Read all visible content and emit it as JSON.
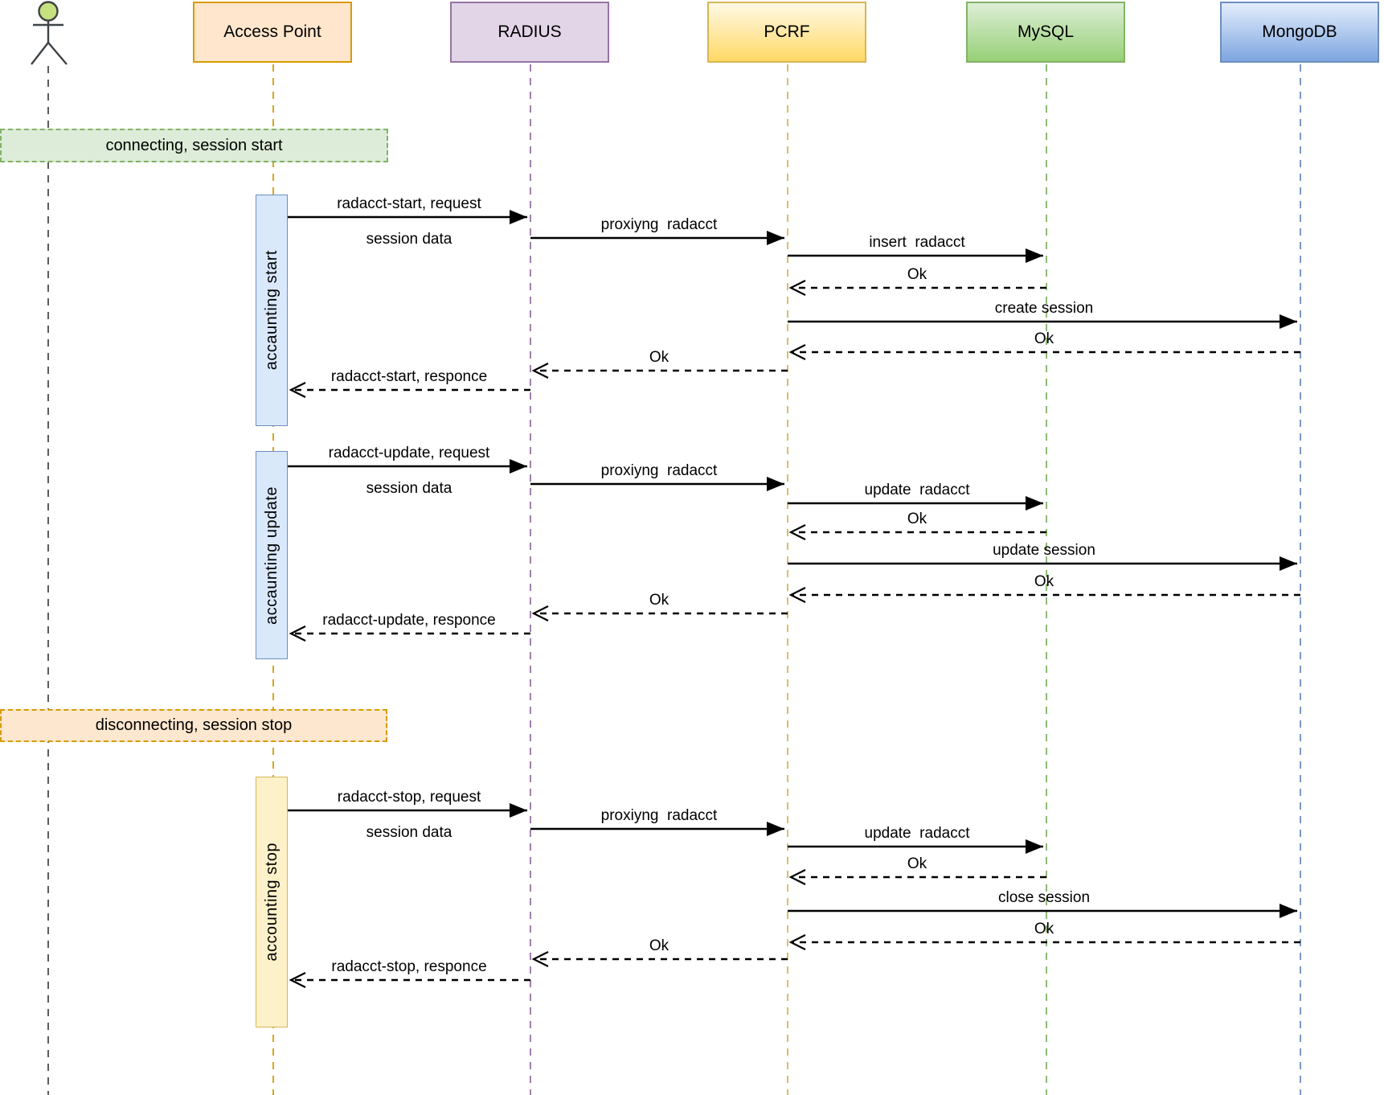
{
  "diagram": {
    "participants": [
      {
        "id": "user",
        "type": "actor",
        "label": "",
        "head_color": "#c6e17d"
      },
      {
        "id": "access-point",
        "label": "Access Point",
        "fill": "#ffe6cc",
        "stroke": "#d79b00"
      },
      {
        "id": "radius",
        "label": "RADIUS",
        "fill": "#e1d5e7",
        "stroke": "#9673a6"
      },
      {
        "id": "pcrf",
        "label": "PCRF",
        "fill": "#fff2cc",
        "fill_bottom": "#ffd966",
        "stroke": "#d6b656"
      },
      {
        "id": "mysql",
        "label": "MySQL",
        "fill": "#d5e8d4",
        "fill_bottom": "#97d077",
        "stroke": "#82b366"
      },
      {
        "id": "mongodb",
        "label": "MongoDB",
        "fill": "#dae8fc",
        "fill_bottom": "#7ea6e0",
        "stroke": "#6c8ebf"
      }
    ],
    "frames": [
      {
        "label": "connecting, session start",
        "fill": "#dcecd8",
        "stroke": "#82b366"
      },
      {
        "label": "disconnecting, session stop",
        "fill": "#fde7cf",
        "stroke": "#d79b00"
      }
    ],
    "activations": [
      {
        "label": "accaunting start",
        "fill": "#dae8fc",
        "stroke": "#6c8ebf"
      },
      {
        "label": "accaunting update",
        "fill": "#dae8fc",
        "stroke": "#6c8ebf"
      },
      {
        "label": "accounting stop",
        "fill": "#fff2cc",
        "stroke": "#d6b656"
      }
    ],
    "blocks": [
      {
        "name": "accounting start",
        "messages": [
          {
            "label": "radacct-start, request",
            "sublabel": "session data",
            "from": "access-point",
            "to": "radius",
            "line": "solid"
          },
          {
            "label": "proxiyng  radacct",
            "from": "radius",
            "to": "pcrf",
            "line": "solid"
          },
          {
            "label": "insert  radacct",
            "from": "pcrf",
            "to": "mysql",
            "line": "solid"
          },
          {
            "label": "Ok",
            "from": "mysql",
            "to": "pcrf",
            "line": "dashed"
          },
          {
            "label": "create session",
            "from": "pcrf",
            "to": "mongodb",
            "line": "solid"
          },
          {
            "label": "Ok",
            "from": "mongodb",
            "to": "pcrf",
            "line": "dashed"
          },
          {
            "label": "Ok",
            "from": "pcrf",
            "to": "radius",
            "line": "dashed"
          },
          {
            "label": "radacct-start, responce",
            "from": "radius",
            "to": "access-point",
            "line": "dashed"
          }
        ]
      },
      {
        "name": "accounting update",
        "messages": [
          {
            "label": "radacct-update, request",
            "sublabel": "session data",
            "from": "access-point",
            "to": "radius",
            "line": "solid"
          },
          {
            "label": "proxiyng  radacct",
            "from": "radius",
            "to": "pcrf",
            "line": "solid"
          },
          {
            "label": "update  radacct",
            "from": "pcrf",
            "to": "mysql",
            "line": "solid"
          },
          {
            "label": "Ok",
            "from": "mysql",
            "to": "pcrf",
            "line": "dashed"
          },
          {
            "label": "update session",
            "from": "pcrf",
            "to": "mongodb",
            "line": "solid"
          },
          {
            "label": "Ok",
            "from": "mongodb",
            "to": "pcrf",
            "line": "dashed"
          },
          {
            "label": "Ok",
            "from": "pcrf",
            "to": "radius",
            "line": "dashed"
          },
          {
            "label": "radacct-update, responce",
            "from": "radius",
            "to": "access-point",
            "line": "dashed"
          }
        ]
      },
      {
        "name": "accounting stop",
        "messages": [
          {
            "label": "radacct-stop, request",
            "sublabel": "session data",
            "from": "access-point",
            "to": "radius",
            "line": "solid"
          },
          {
            "label": "proxiyng  radacct",
            "from": "radius",
            "to": "pcrf",
            "line": "solid"
          },
          {
            "label": "update  radacct",
            "from": "pcrf",
            "to": "mysql",
            "line": "solid"
          },
          {
            "label": "Ok",
            "from": "mysql",
            "to": "pcrf",
            "line": "dashed"
          },
          {
            "label": "close session",
            "from": "pcrf",
            "to": "mongodb",
            "line": "solid"
          },
          {
            "label": "Ok",
            "from": "mongodb",
            "to": "pcrf",
            "line": "dashed"
          },
          {
            "label": "Ok",
            "from": "pcrf",
            "to": "radius",
            "line": "dashed"
          },
          {
            "label": "radacct-stop, responce",
            "from": "radius",
            "to": "access-point",
            "line": "dashed"
          }
        ]
      }
    ],
    "lifeline_colors": {
      "user": "#4a4a4a",
      "access-point": "#d79b00",
      "radius": "#9673a6",
      "pcrf": "#d6b656",
      "mysql": "#82b366",
      "mongodb": "#6c8ebf"
    }
  }
}
